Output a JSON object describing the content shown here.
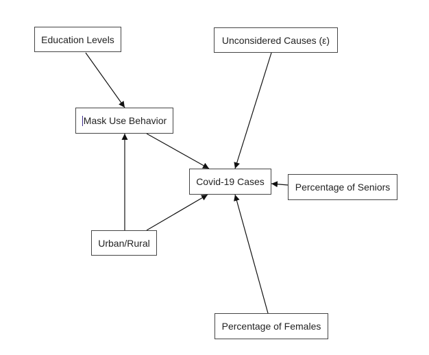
{
  "diagram": {
    "nodes": {
      "education": "Education Levels",
      "unconsidered": "Unconsidered Causes (ε)",
      "mask": "Mask Use Behavior",
      "covid": "Covid-19 Cases",
      "seniors": "Percentage of Seniors",
      "urban": "Urban/Rural",
      "females": "Percentage of Females"
    },
    "edges": [
      {
        "from": "education",
        "to": "mask"
      },
      {
        "from": "unconsidered",
        "to": "covid"
      },
      {
        "from": "mask",
        "to": "covid"
      },
      {
        "from": "seniors",
        "to": "covid"
      },
      {
        "from": "urban",
        "to": "mask"
      },
      {
        "from": "urban",
        "to": "covid"
      },
      {
        "from": "females",
        "to": "covid"
      }
    ],
    "colors": {
      "edge": "#111111",
      "node_border": "#444444",
      "text": "#222222"
    }
  }
}
